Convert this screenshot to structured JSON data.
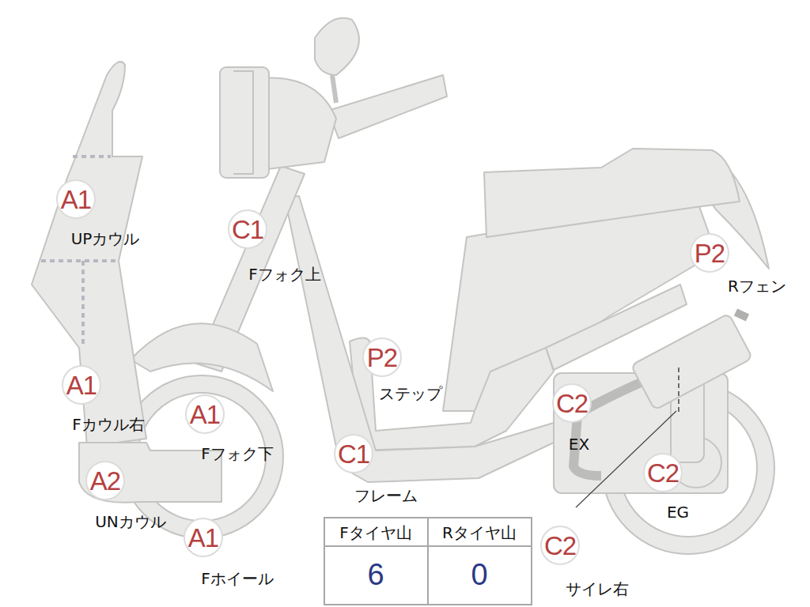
{
  "diagram": {
    "nodes": [
      {
        "text": [
          "A1"
        ]
      },
      {
        "text": [
          "A1"
        ]
      },
      {
        "text": [
          "A2"
        ]
      },
      {
        "text": [
          "A1"
        ]
      },
      {
        "text": [
          "A1"
        ]
      },
      {
        "text": [
          "C1"
        ]
      },
      {
        "text": [
          "C1"
        ]
      },
      {
        "text": [
          "P2"
        ]
      },
      {
        "text": [
          "P2"
        ]
      },
      {
        "text": [
          "C2"
        ]
      },
      {
        "text": [
          "C2"
        ]
      },
      {
        "text": [
          "C2"
        ]
      }
    ],
    "labels": [
      "UPカウル",
      "Fカウル右",
      "UNカウル",
      "Fフォク下",
      "Fホイール",
      "Fフォク上",
      "フレーム",
      "ステップ",
      "Rフェン",
      "EX",
      "EG",
      "サイレ右",
      "Fタイヤ山",
      "Rタイヤ山",
      "6",
      "0"
    ]
  }
}
